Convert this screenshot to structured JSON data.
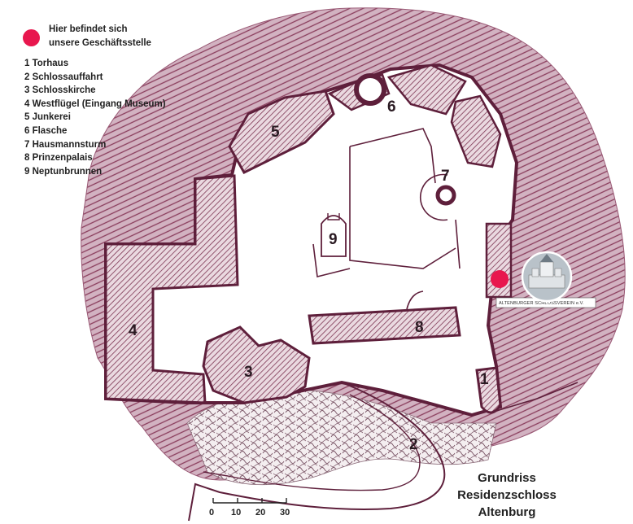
{
  "office_note": [
    "Hier befindet sich",
    "unsere Geschäftsstelle"
  ],
  "legend_items": [
    "1 Torhaus",
    "2 Schlossauffahrt",
    "3 Schlosskirche",
    "4 Westflügel (Eingang Museum)",
    "5 Junkerei",
    "6 Flasche",
    "7 Hausmannsturm",
    "8 Prinzenpalais",
    "9 Neptunbrunnen"
  ],
  "map_numbers": {
    "n1": "1",
    "n2": "2",
    "n3": "3",
    "n4": "4",
    "n5": "5",
    "n6": "6",
    "n7": "7",
    "n8": "8",
    "n9": "9"
  },
  "badge_text": "ALTENBURGER SCHLOSSVEREIN e.V.",
  "scale_labels": [
    "0",
    "10",
    "20",
    "30"
  ],
  "title_lines": [
    "Grundriss",
    "Residenzschloss Altenburg"
  ],
  "colors": {
    "terrain": "#c9a6b6",
    "terrain_lines": "#7a3350",
    "wall": "#5e1f3b",
    "hatch": "#7c3452",
    "marker": "#e8174e",
    "text": "#222222"
  },
  "icons": {
    "marker": "red-dot",
    "badge": "castle-badge"
  }
}
